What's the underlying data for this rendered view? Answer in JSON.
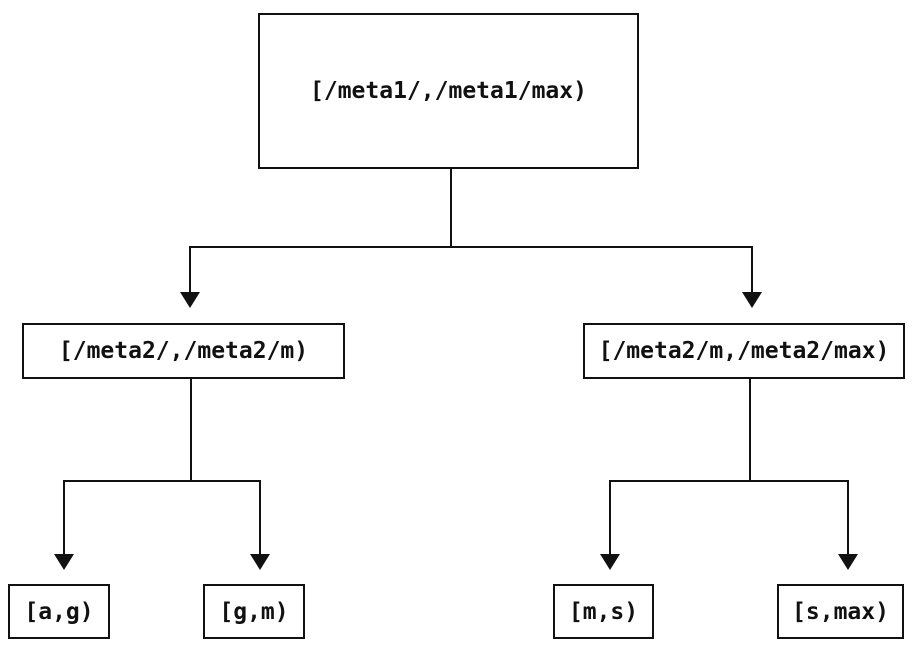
{
  "diagram": {
    "colors": {
      "background": "#ffffff",
      "line": "#111111",
      "text": "#111111"
    },
    "nodes": {
      "root": {
        "label": "[/meta1/,/meta1/max)"
      },
      "meta2_low": {
        "label": "[/meta2/,/meta2/m)"
      },
      "meta2_high": {
        "label": "[/meta2/m,/meta2/max)"
      },
      "leaf_a_g": {
        "label": "[a,g)"
      },
      "leaf_g_m": {
        "label": "[g,m)"
      },
      "leaf_m_s": {
        "label": "[m,s)"
      },
      "leaf_s_max": {
        "label": "[s,max)"
      }
    }
  }
}
